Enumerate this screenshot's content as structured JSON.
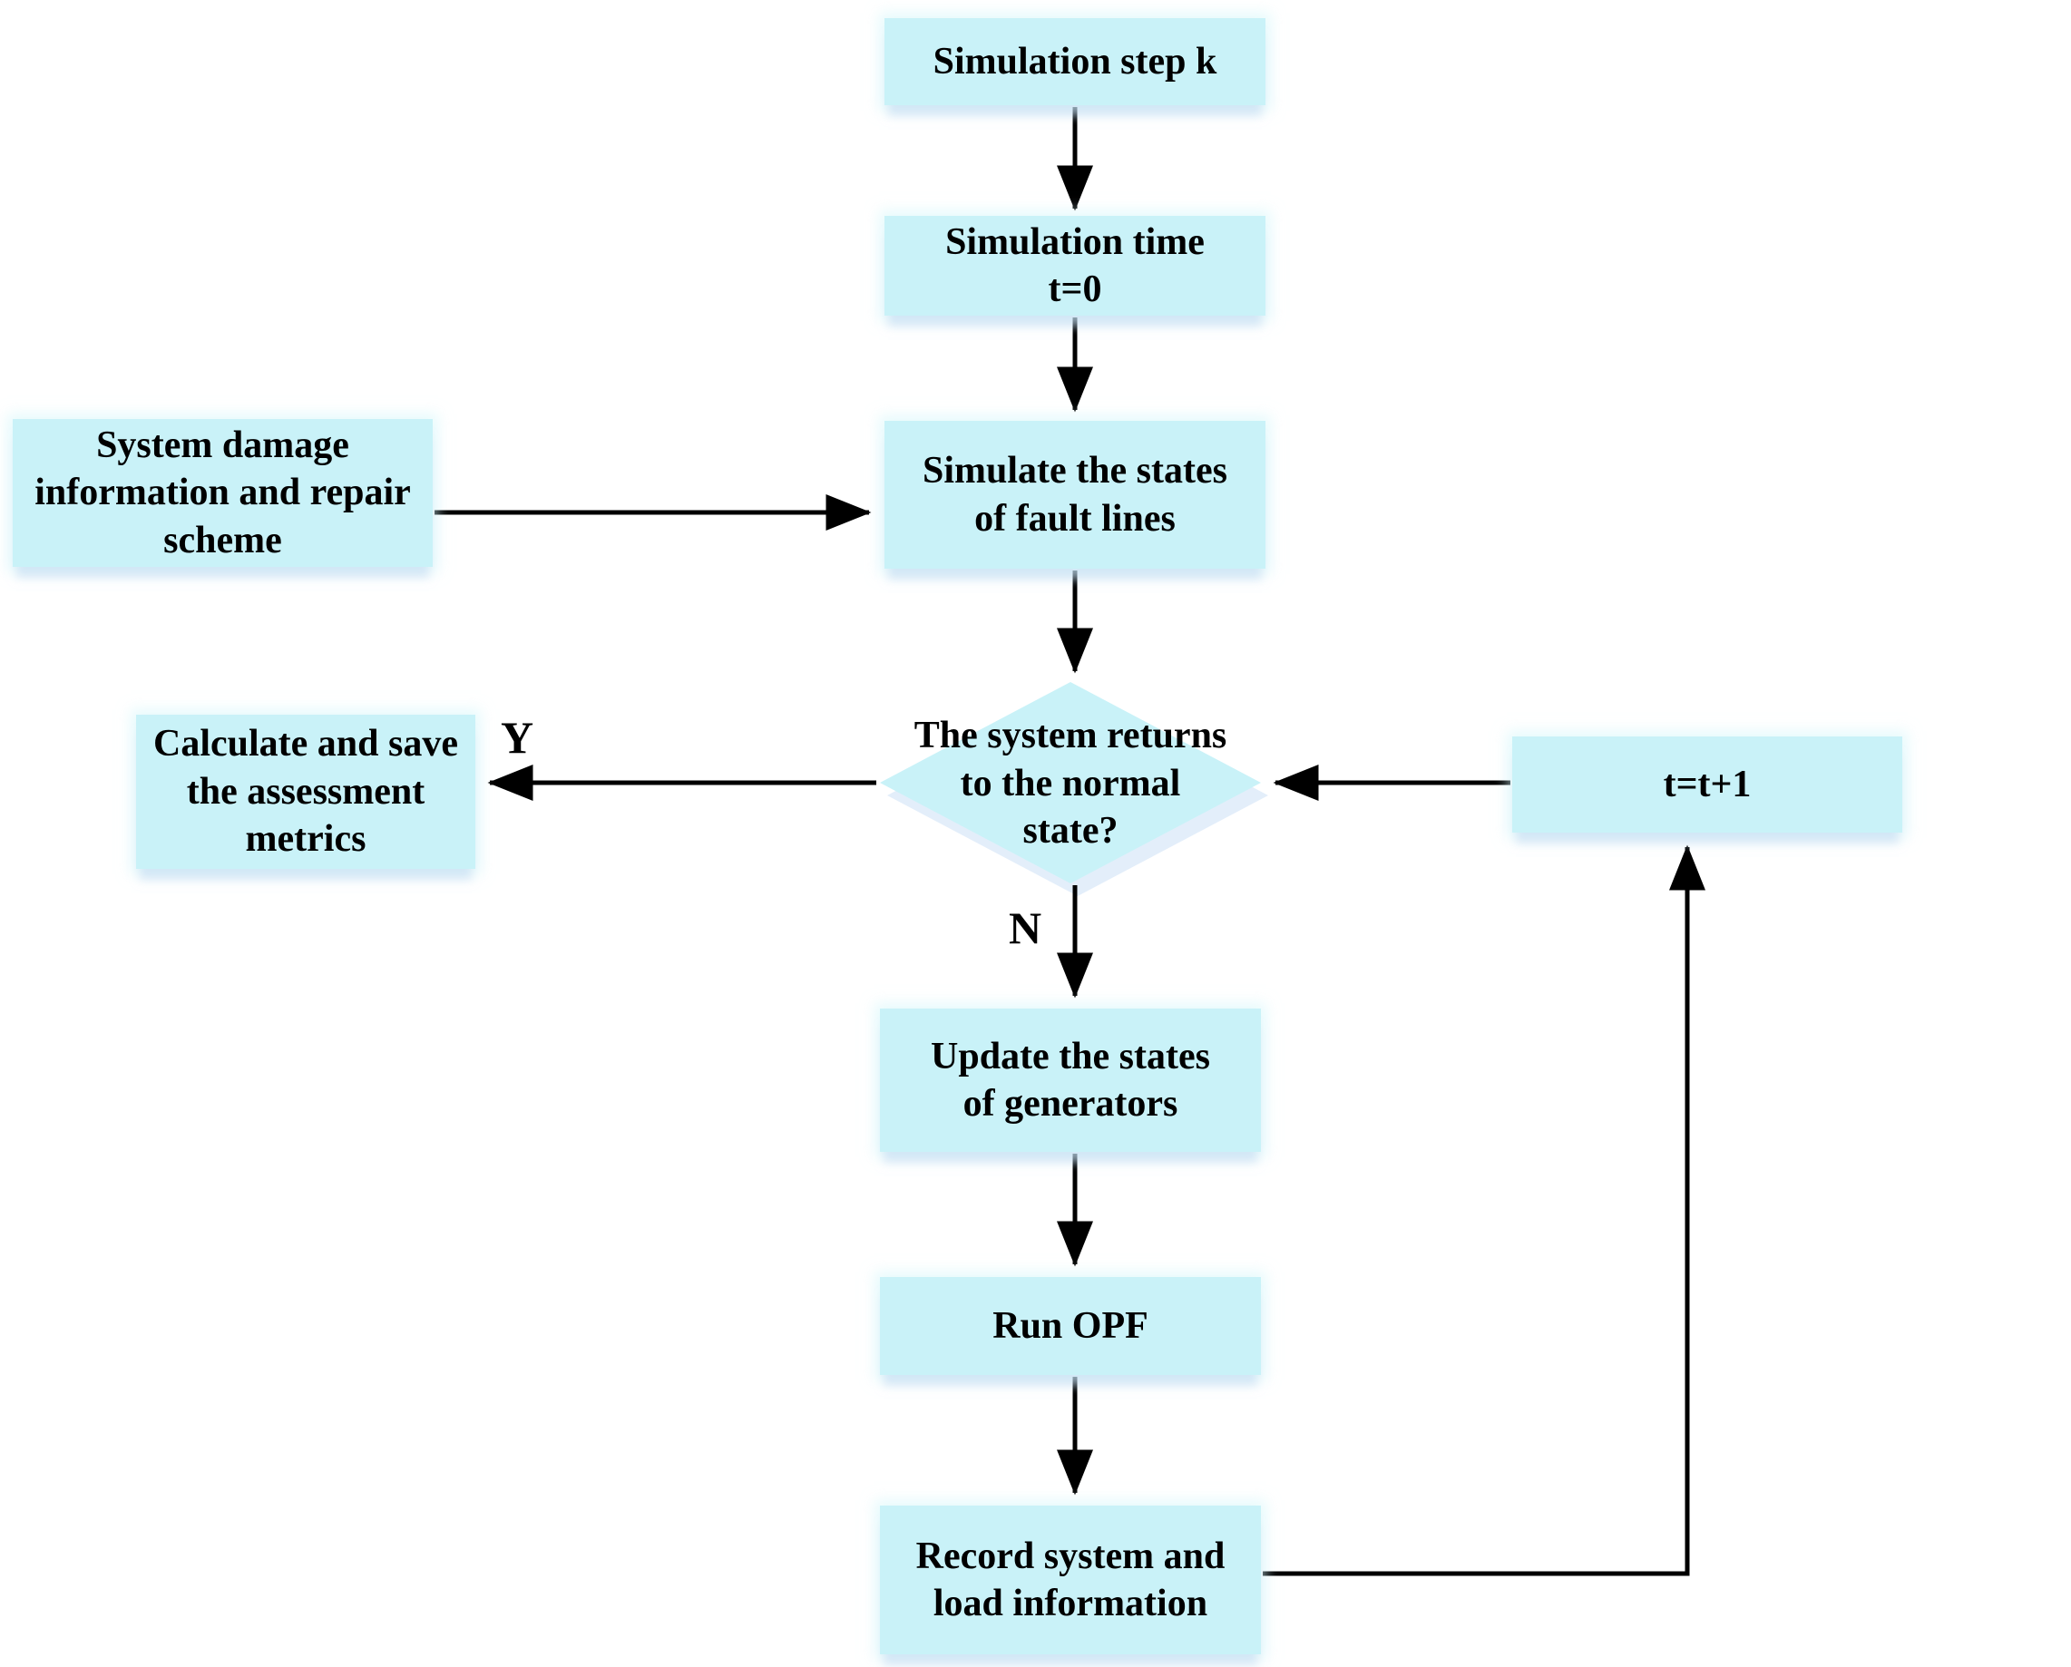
{
  "colors": {
    "box_fill": "#c9f2f8",
    "box_glow": "#e3eefa",
    "line": "#000000",
    "text": "#000000"
  },
  "flowchart": {
    "nodes": {
      "simulation_step": {
        "type": "process",
        "label": "Simulation step k"
      },
      "simulation_time": {
        "type": "process",
        "label": "Simulation time\nt=0"
      },
      "system_damage": {
        "type": "input",
        "label": "System damage\ninformation and repair\nscheme"
      },
      "simulate_fault_lines": {
        "type": "process",
        "label": "Simulate the states\nof fault lines"
      },
      "normal_state_decision": {
        "type": "decision",
        "label": "The system returns\nto the normal\nstate?"
      },
      "calculate_metrics": {
        "type": "process",
        "label": "Calculate and save\nthe assessment\nmetrics"
      },
      "t_increment": {
        "type": "process",
        "label": "t=t+1"
      },
      "update_generators": {
        "type": "process",
        "label": "Update the states\nof generators"
      },
      "run_opf": {
        "type": "process",
        "label": "Run OPF"
      },
      "record_info": {
        "type": "process",
        "label": "Record system and\nload information"
      }
    },
    "edge_labels": {
      "yes": "Y",
      "no": "N"
    },
    "edges": [
      {
        "from": "simulation_step",
        "to": "simulation_time",
        "label": ""
      },
      {
        "from": "simulation_time",
        "to": "simulate_fault_lines",
        "label": ""
      },
      {
        "from": "system_damage",
        "to": "simulate_fault_lines",
        "label": ""
      },
      {
        "from": "simulate_fault_lines",
        "to": "normal_state_decision",
        "label": ""
      },
      {
        "from": "normal_state_decision",
        "to": "calculate_metrics",
        "label": "Y"
      },
      {
        "from": "normal_state_decision",
        "to": "update_generators",
        "label": "N"
      },
      {
        "from": "update_generators",
        "to": "run_opf",
        "label": ""
      },
      {
        "from": "run_opf",
        "to": "record_info",
        "label": ""
      },
      {
        "from": "record_info",
        "to": "t_increment",
        "label": ""
      },
      {
        "from": "t_increment",
        "to": "normal_state_decision",
        "label": ""
      }
    ]
  }
}
